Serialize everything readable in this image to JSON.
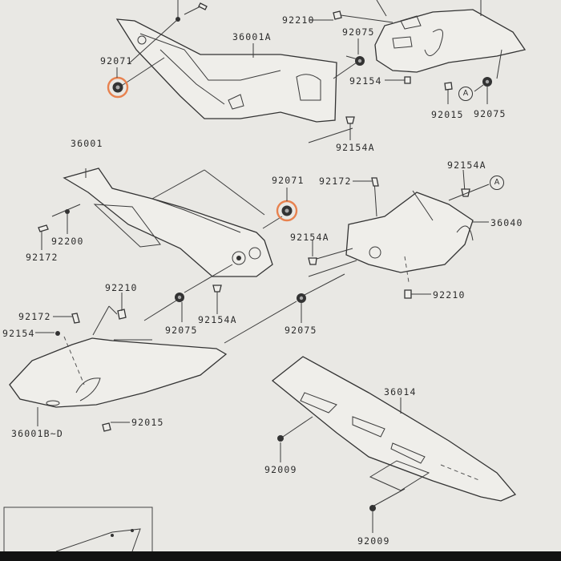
{
  "diagram": {
    "kind": "exploded parts diagram",
    "labels": {
      "p36001A": "36001A",
      "p92071_top": "92071",
      "p92210_top": "92210",
      "p92075_top": "92075",
      "p92154_top": "92154",
      "p92015_top": "92015",
      "p92075_topright": "92075",
      "p92154A_top": "92154A",
      "p36001": "36001",
      "p92200": "92200",
      "p92172_left": "92172",
      "p92071_mid": "92071",
      "p92172_mid": "92172",
      "p92154A_right": "92154A",
      "p36040": "36040",
      "p92154A_center": "92154A",
      "p92210_right": "92210",
      "p92210_left": "92210",
      "p92172_lower": "92172",
      "p92154_lower": "92154",
      "p92075_lowleft": "92075",
      "p92154A_low": "92154A",
      "p92075_lowright": "92075",
      "p36001BD": "36001B~D",
      "p92015_low": "92015",
      "p36014": "36014",
      "p92009_a": "92009",
      "p92009_b": "92009",
      "inset_title": "(36001B~G)"
    },
    "reference_markers": {
      "a1": "A",
      "a2": "A"
    },
    "highlighted_parts": [
      "92071",
      "92071"
    ],
    "highlight_color": "#e8824f"
  }
}
